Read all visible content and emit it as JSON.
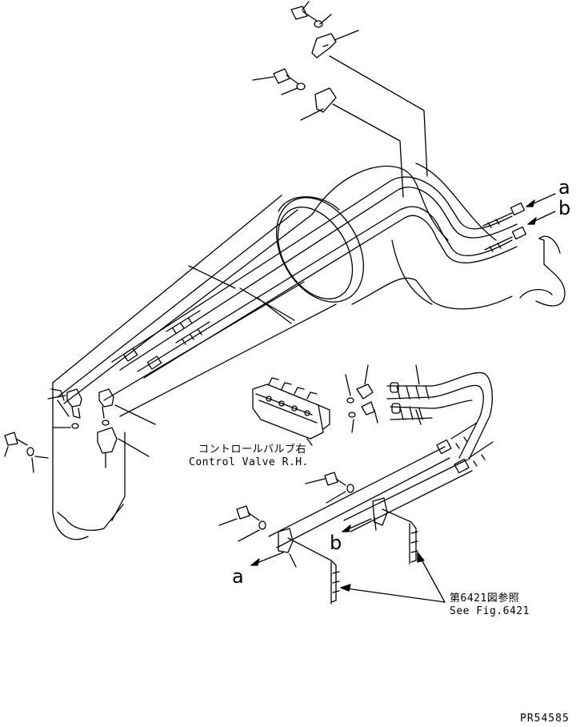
{
  "labels": {
    "a_top": "a",
    "b_top": "b",
    "a_bottom": "a",
    "b_bottom": "b",
    "control_valve_jp": "コントロールバルブ右",
    "control_valve_en": "Control Valve R.H.",
    "see_fig_jp": "第6421図参照",
    "see_fig_en": "See Fig.6421",
    "drawing_number": "PR54585"
  }
}
